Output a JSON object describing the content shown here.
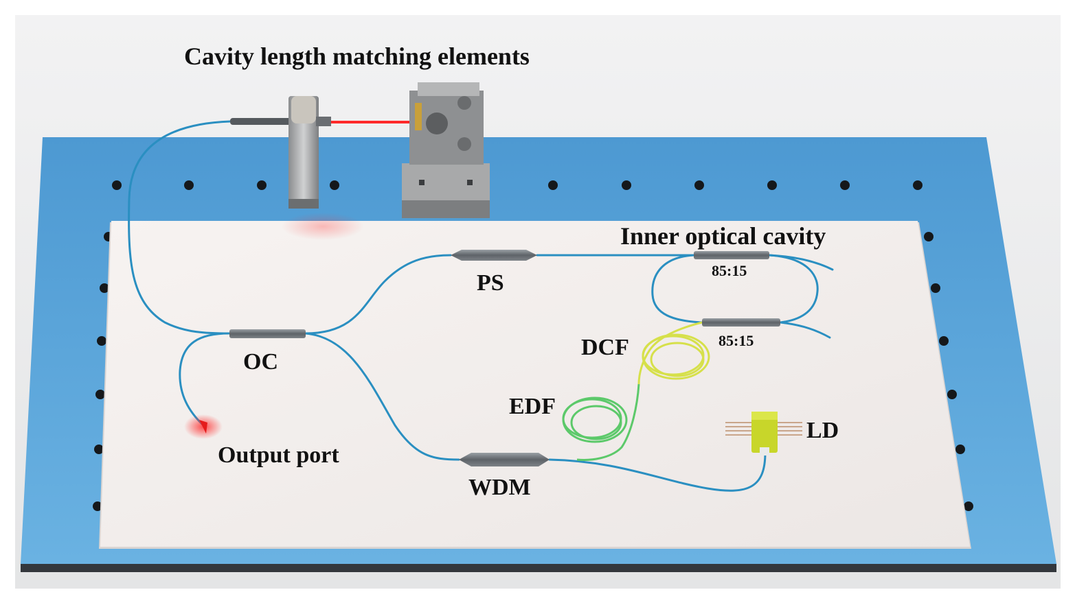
{
  "labels": {
    "cavity_matching": "Cavity length matching elements",
    "inner_cavity": "Inner optical cavity",
    "ps": "PS",
    "oc": "OC",
    "coupler_top": "85:15",
    "coupler_bottom": "85:15",
    "dcf": "DCF",
    "edf": "EDF",
    "ld": "LD",
    "output_port": "Output port",
    "wdm": "WDM"
  },
  "colors": {
    "background": "#ffffff",
    "backdrop": "#e9eaeb",
    "table_blue": "#5da6d9",
    "table_edge": "#3b3f45",
    "board": "#f3efed",
    "fiber": "#2a8fc1",
    "dcf_fiber": "#d6e04a",
    "edf_fiber": "#5cc96a",
    "laser_beam": "#ff2a2a",
    "component_gray": "#6e7378",
    "ld_body": "#c8d62a"
  }
}
